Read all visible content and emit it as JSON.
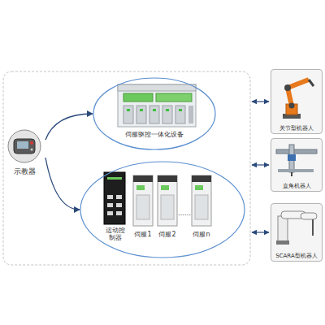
{
  "diagram": {
    "nodes": [
      {
        "text": [
          "示教器"
        ]
      },
      {
        "text": [
          "伺服驱控一体化设备"
        ]
      },
      {
        "text": [
          "运动控制器",
          "伺服1",
          "伺服2",
          "……",
          "伺服n"
        ]
      },
      {
        "text": [
          "关节型机器人"
        ]
      },
      {
        "text": [
          "直角机器人"
        ]
      },
      {
        "text": [
          "SCARA型机器人"
        ]
      }
    ],
    "edges": [
      {
        "from": 0,
        "to": 1,
        "arrow": "to"
      },
      {
        "from": 0,
        "to": 2,
        "arrow": "to"
      }
    ]
  }
}
